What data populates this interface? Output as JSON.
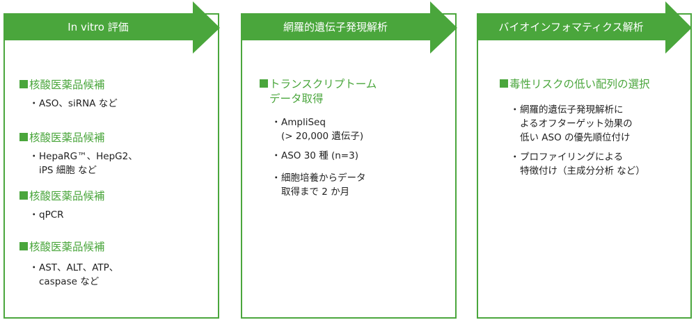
{
  "colors": {
    "accent": "#4aa63c",
    "text": "#222222",
    "header_text": "#ffffff"
  },
  "panels": [
    {
      "title": "In vitro 評価",
      "sections": [
        {
          "heading": "核酸医薬品候補",
          "bullets": [
            "ASO、siRNA など"
          ]
        },
        {
          "heading": "核酸医薬品候補",
          "bullets": [
            "HepaRG™、HepG2、\niPS 細胞 など"
          ]
        },
        {
          "heading": "核酸医薬品候補",
          "bullets": [
            "qPCR"
          ]
        },
        {
          "heading": "核酸医薬品候補",
          "bullets": [
            "AST、ALT、ATP、\ncaspase など"
          ]
        }
      ]
    },
    {
      "title": "網羅的遺伝子発現解析",
      "sections": [
        {
          "heading": "トランスクリプトーム\nデータ取得",
          "bullets": [
            "AmpliSeq\n(> 20,000 遺伝子)",
            "ASO 30 種 (n=3)",
            "細胞培養からデータ\n取得まで 2 か月"
          ]
        }
      ]
    },
    {
      "title": "バイオインフォマティクス解析",
      "sections": [
        {
          "heading": "毒性リスクの低い配列の選択",
          "bullets": [
            "網羅的遺伝子発現解析に\nよるオフターゲット効果の\n低い ASO の優先順位付け",
            "プロファイリングによる\n特徴付け（主成分分析 など）"
          ]
        }
      ]
    }
  ],
  "bullet_marker": "・"
}
